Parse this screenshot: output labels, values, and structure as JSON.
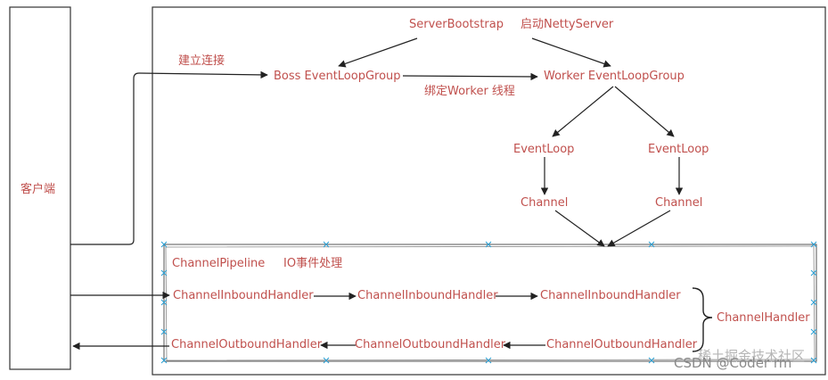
{
  "client": {
    "label": "客户端"
  },
  "server": {
    "bootstrap": "ServerBootstrap",
    "start_note": "启动NettyServer",
    "connect_note": "建立连接",
    "boss_group": "Boss EventLoopGroup",
    "bind_note": "绑定Worker 线程",
    "worker_group": "Worker EventLoopGroup",
    "event_loops": [
      "EventLoop",
      "EventLoop"
    ],
    "channels": [
      "Channel",
      "Channel"
    ]
  },
  "pipeline": {
    "title": "ChannelPipeline",
    "io_note": "IO事件处理",
    "inbound_handlers": [
      "ChannelInboundHandler",
      "ChannelInboundHandler",
      "ChannelInboundHandler"
    ],
    "outbound_handlers": [
      "ChannelOutboundHandler",
      "ChannelOutboundHandler",
      "ChannelOutboundHandler"
    ],
    "handler_group": "ChannelHandler"
  },
  "watermark": {
    "line1": "稀土掘金技术社区",
    "line2": "CSDN @Coder rm"
  },
  "colors": {
    "accent": "#c0504d",
    "line": "#222222",
    "marker": "#2aa1d6"
  }
}
